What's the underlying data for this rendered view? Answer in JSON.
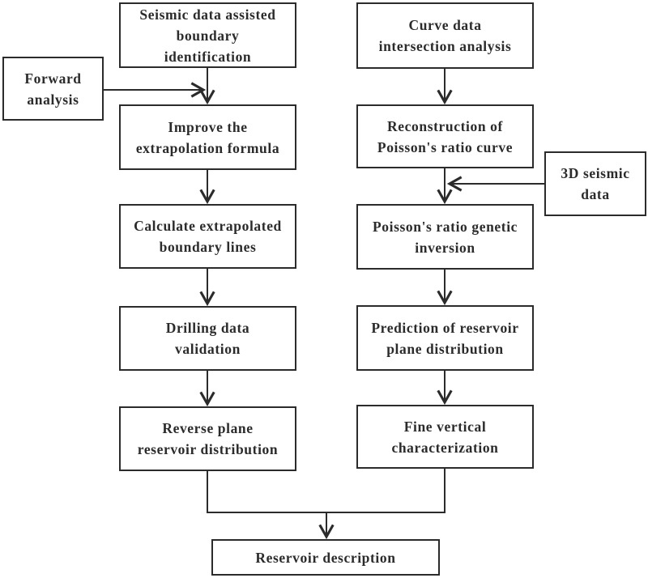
{
  "colors": {
    "ink": "#2b2b2b",
    "background": "#ffffff"
  },
  "flowchart": {
    "left_column": {
      "box1": "Seismic data assisted\nboundary\nidentification",
      "box2": "Improve the\nextrapolation formula",
      "box3": "Calculate extrapolated\nboundary lines",
      "box4": "Drilling data\nvalidation",
      "box5": "Reverse plane\nreservoir distribution"
    },
    "right_column": {
      "box1": "Curve data\nintersection analysis",
      "box2": "Reconstruction of\nPoisson's ratio curve",
      "box3": "Poisson's ratio genetic\ninversion",
      "box4": "Prediction of reservoir\nplane distribution",
      "box5": "Fine vertical\ncharacterization"
    },
    "side_inputs": {
      "forward_analysis": "Forward\nanalysis",
      "seismic_3d": "3D seismic\ndata"
    },
    "final_box": "Reservoir description"
  }
}
